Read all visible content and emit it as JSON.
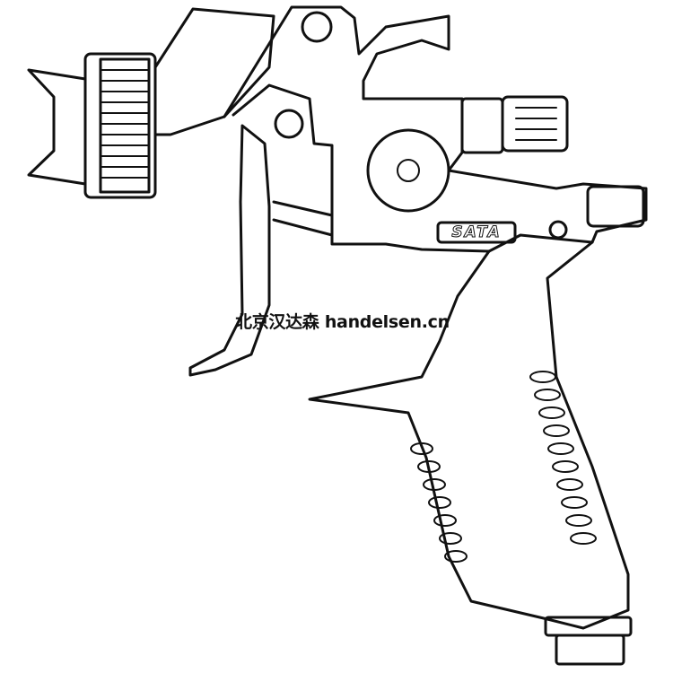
{
  "image": {
    "subject": "spray-gun-line-drawing",
    "brand_label": "SATA",
    "watermark": "北京汉达森 handelsen.cn",
    "colors": {
      "stroke": "#111111",
      "background": "#ffffff"
    }
  }
}
